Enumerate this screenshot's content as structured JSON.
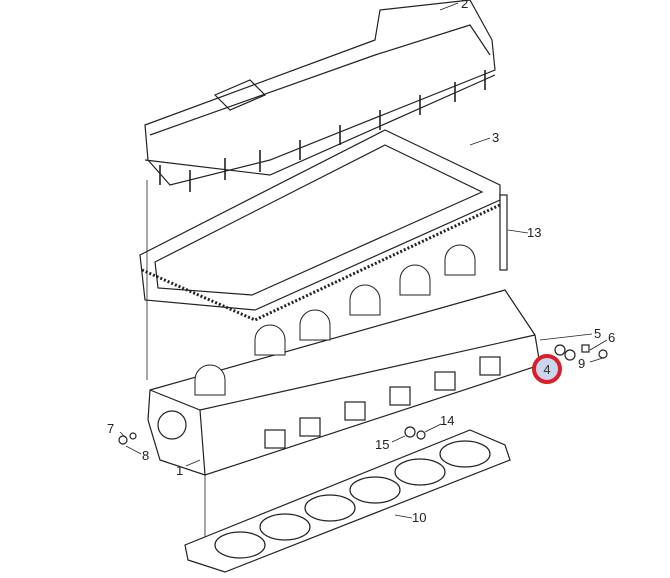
{
  "diagram": {
    "callouts": {
      "c1": "1",
      "c2": "2",
      "c3": "3",
      "c4": "4",
      "c5": "5",
      "c6": "6",
      "c7": "7",
      "c8": "8",
      "c9": "9",
      "c10": "10",
      "c13": "13",
      "c14": "14",
      "c15": "15"
    },
    "highlighted_callout": "4",
    "highlight_color": "#d9202a"
  }
}
